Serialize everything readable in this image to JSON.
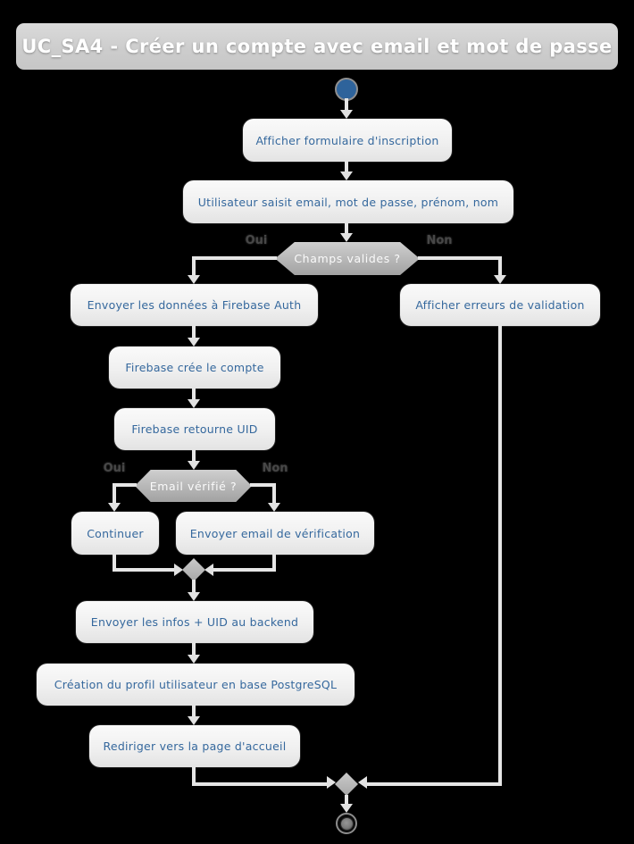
{
  "title": "UC_SA4 - Créer un compte avec email et mot de passe",
  "activities": {
    "afficher_formulaire": "Afficher formulaire d'inscription",
    "saisie_utilisateur": "Utilisateur saisit email, mot de passe, prénom, nom",
    "envoyer_donnees_firebase": "Envoyer les données à Firebase Auth",
    "firebase_cree_compte": "Firebase crée le compte",
    "firebase_retourne_uid": "Firebase retourne UID",
    "continuer": "Continuer",
    "envoyer_email_verification": "Envoyer email de vérification",
    "envoyer_infos_backend": "Envoyer les infos + UID au backend",
    "creation_profil_postgresql": "Création du profil utilisateur en base PostgreSQL",
    "rediriger_accueil": "Rediriger vers la page d'accueil",
    "afficher_erreurs": "Afficher erreurs de validation"
  },
  "decisions": {
    "champs_valides": {
      "label": "Champs valides ?",
      "yes": "Oui",
      "no": "Non"
    },
    "email_verifie": {
      "label": "Email vérifié ?",
      "yes": "Oui",
      "no": "Non"
    }
  },
  "colors": {
    "background": "#000000",
    "title_bar_fill": "#D2D2D2",
    "title_text": "#FFFFFF",
    "activity_fill": "#F0F0F0",
    "activity_text": "#35689D",
    "decision_fill": "#B8B8B8",
    "decision_text": "#FAFAFA",
    "edge": "#E6E6E6",
    "branch_label_text": "#474747",
    "start_node_fill": "#2E639B"
  }
}
